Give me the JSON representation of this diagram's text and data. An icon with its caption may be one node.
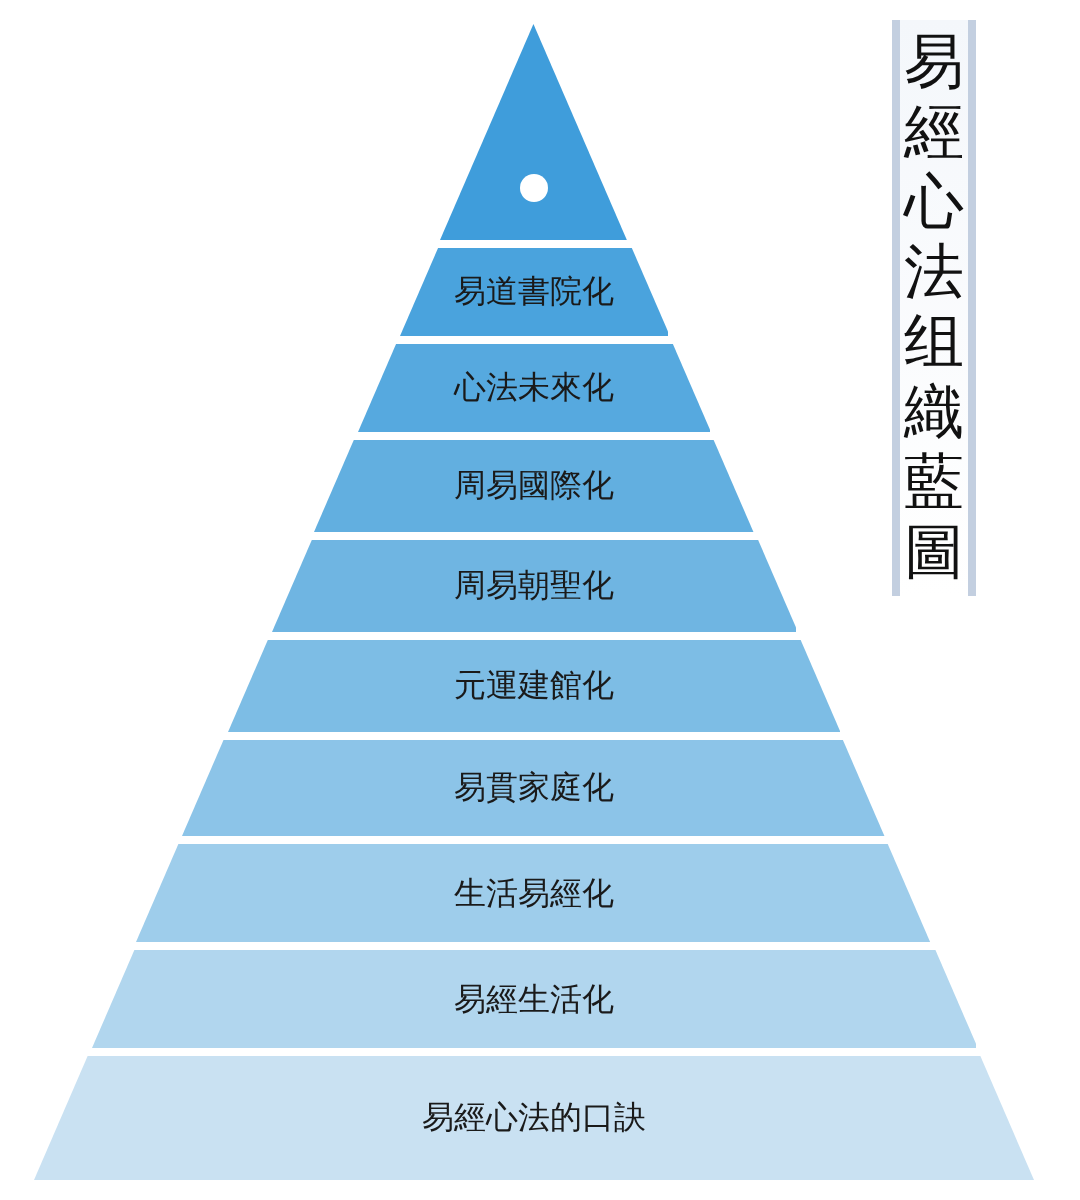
{
  "diagram": {
    "title": "易經心法组織藍圖",
    "nodes": [
      {
        "text": [],
        "shape": "triangle"
      },
      {
        "text": [
          "易道書院化"
        ]
      },
      {
        "text": [
          "心法未來化"
        ]
      },
      {
        "text": [
          "周易國際化"
        ]
      },
      {
        "text": [
          "周易朝聖化"
        ]
      },
      {
        "text": [
          "元運建館化"
        ]
      },
      {
        "text": [
          "易貫家庭化"
        ]
      },
      {
        "text": [
          "生活易經化"
        ]
      },
      {
        "text": [
          "易經生活化"
        ]
      },
      {
        "text": [
          "易經心法的口訣"
        ]
      }
    ]
  }
}
